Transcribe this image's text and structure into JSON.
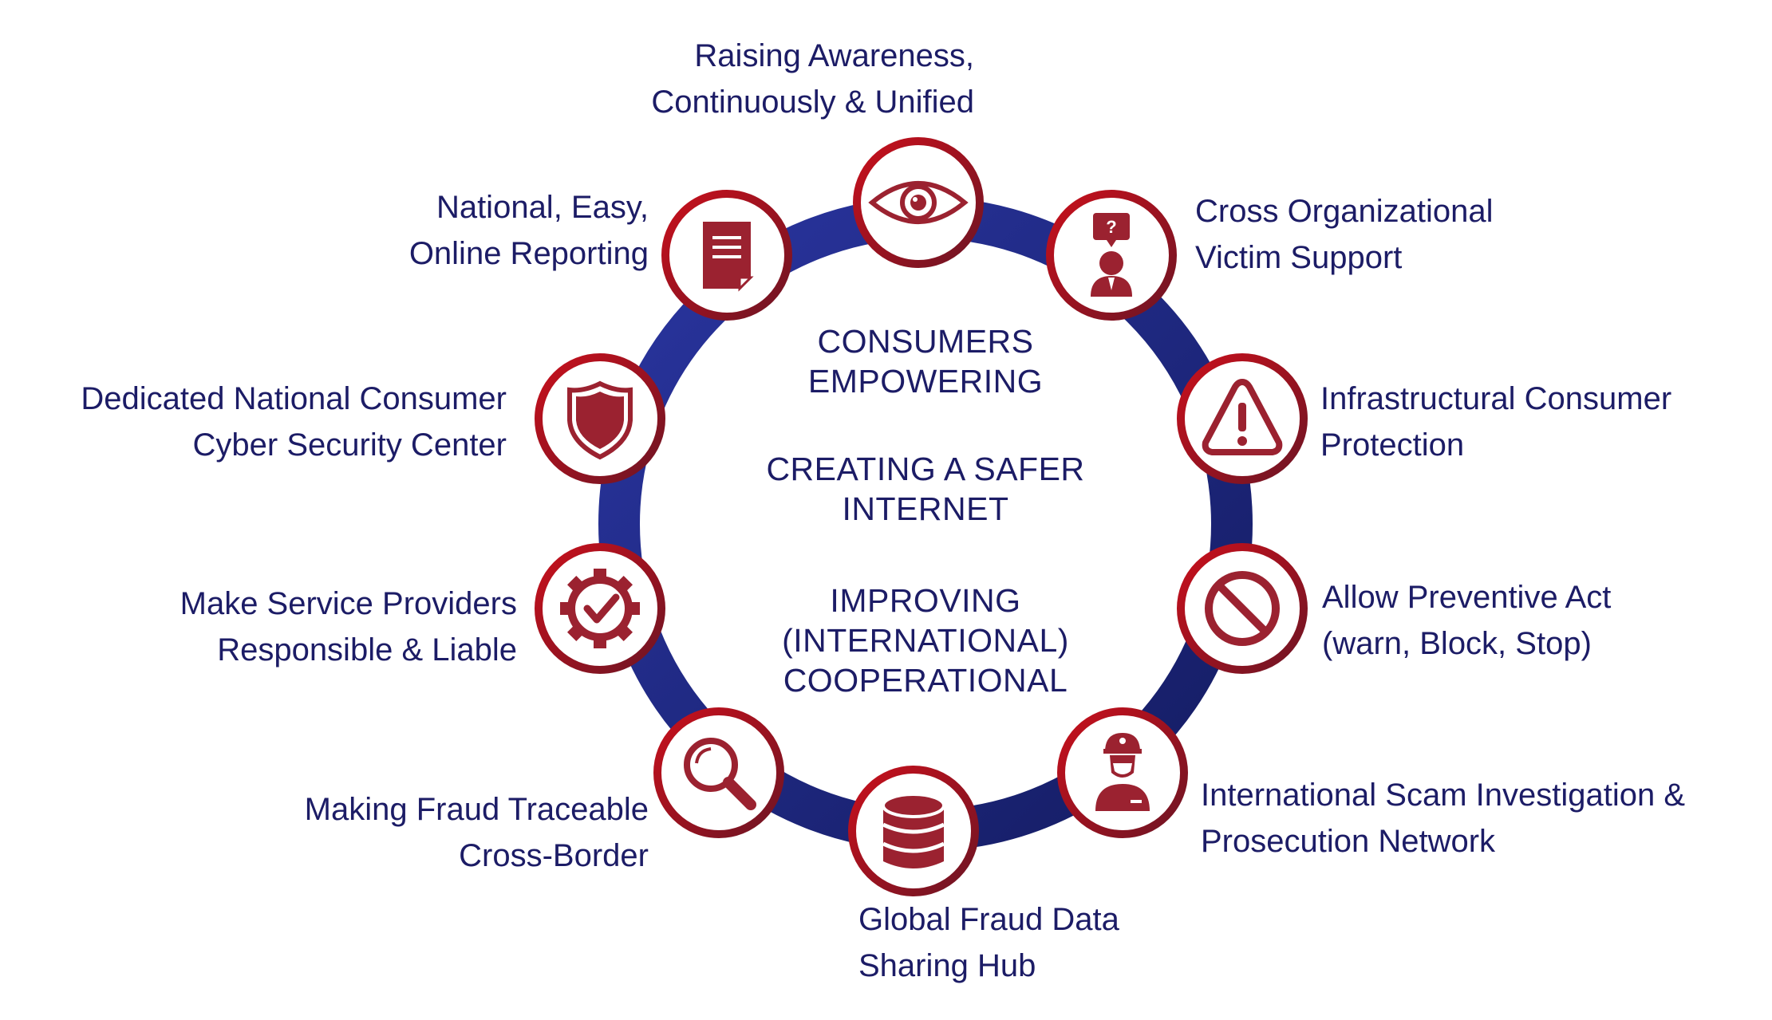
{
  "colors": {
    "ring": "#1f2a8a",
    "ring_dark": "#16206e",
    "node_border": "#b3101d",
    "node_border_dark": "#7a1420",
    "icon": "#9b2230",
    "text": "#1c1c66"
  },
  "center": {
    "line1a": "CONSUMERS",
    "line1b": "EMPOWERING",
    "line2a": "CREATING A SAFER",
    "line2b": "INTERNET",
    "line3a": "IMPROVING",
    "line3b": "(INTERNATIONAL)",
    "line3c": "COOPERATIONAL"
  },
  "nodes": [
    {
      "icon": "eye-icon",
      "line1": "Raising Awareness,",
      "line2": "Continuously & Unified"
    },
    {
      "icon": "support-agent-icon",
      "line1": "Cross Organizational",
      "line2": "Victim Support"
    },
    {
      "icon": "warning-icon",
      "line1": "Infrastructural Consumer",
      "line2": "Protection"
    },
    {
      "icon": "prohibited-icon",
      "line1": "Allow Preventive Act",
      "line2": "(warn, Block, Stop)"
    },
    {
      "icon": "investigator-icon",
      "line1": "International Scam Investigation &",
      "line2": "Prosecution Network"
    },
    {
      "icon": "database-icon",
      "line1": "Global Fraud Data",
      "line2": "Sharing Hub"
    },
    {
      "icon": "magnifier-icon",
      "line1": "Making Fraud Traceable",
      "line2": "Cross-Border"
    },
    {
      "icon": "gear-check-icon",
      "line1": "Make Service Providers",
      "line2": "Responsible & Liable"
    },
    {
      "icon": "shield-icon",
      "line1": "Dedicated National Consumer",
      "line2": "Cyber Security Center"
    },
    {
      "icon": "document-icon",
      "line1": "National, Easy,",
      "line2": "Online Reporting"
    }
  ]
}
